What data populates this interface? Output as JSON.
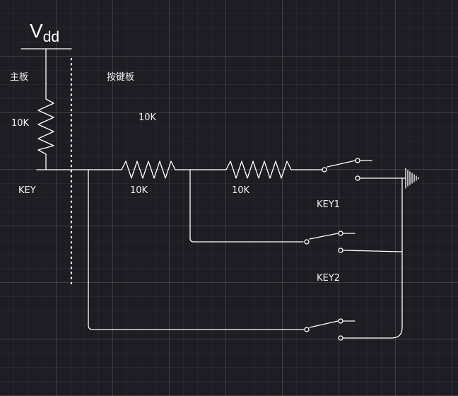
{
  "colors": {
    "background": "#1e1d24",
    "wire": "#ffffff",
    "text": "#f2f2f2"
  },
  "labels": {
    "vdd_main": "V",
    "vdd_sub": "dd",
    "main_board": "主板",
    "key_board": "按键板",
    "r_vertical": "10K",
    "r_floating": "10K",
    "r1": "10K",
    "r2": "10K",
    "key": "KEY",
    "key1": "KEY1",
    "key2": "KEY2"
  }
}
